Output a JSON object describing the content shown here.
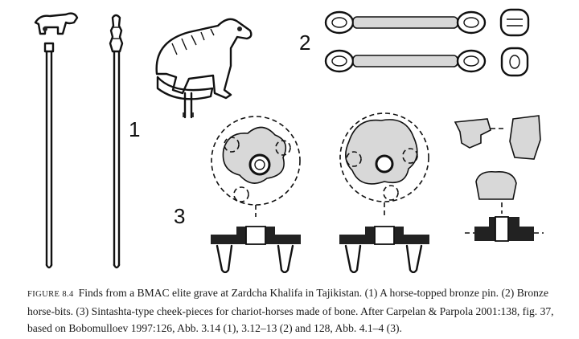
{
  "figure": {
    "labels": {
      "pin": "1",
      "bits": "2",
      "cheekpieces": "3"
    }
  },
  "caption": {
    "figure_label": "FIGURE 8.4",
    "text": "Finds from a BMAC elite grave at Zardcha Khalifa in Tajikistan. (1) A horse-topped bronze pin. (2) Bronze horse-bits. (3) Sintashta-type cheek-pieces for chariot-horses made of bone. After Carpelan & Parpola 2001:138, fig. 37, based on Bobomulloev 1997:126, Abb. 3.14 (1), 3.12–13 (2) and 128, Abb. 4.1–4 (3)."
  },
  "icons": [
    "horse-pin-drawing",
    "horse-bit-drawing",
    "cheek-piece-drawing"
  ]
}
